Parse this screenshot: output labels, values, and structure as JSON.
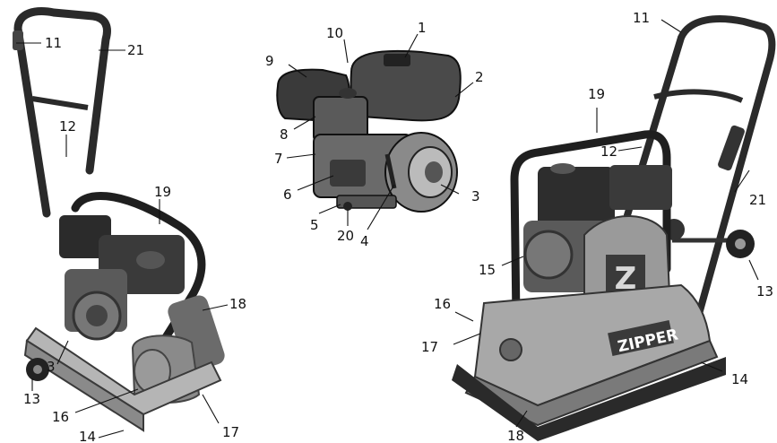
{
  "figures": [
    {
      "id": "left-compactor",
      "callouts": [
        "11",
        "21",
        "12",
        "19",
        "18",
        "3",
        "13",
        "16",
        "14",
        "17"
      ]
    },
    {
      "id": "engine",
      "callouts": [
        "10",
        "1",
        "9",
        "2",
        "8",
        "7",
        "6",
        "3",
        "5",
        "20",
        "4"
      ]
    },
    {
      "id": "right-compactor",
      "callouts": [
        "11",
        "19",
        "12",
        "21",
        "15",
        "13",
        "16",
        "17",
        "14",
        "18"
      ],
      "brand_text": "ZIPPER",
      "logo_letter": "Z"
    }
  ]
}
